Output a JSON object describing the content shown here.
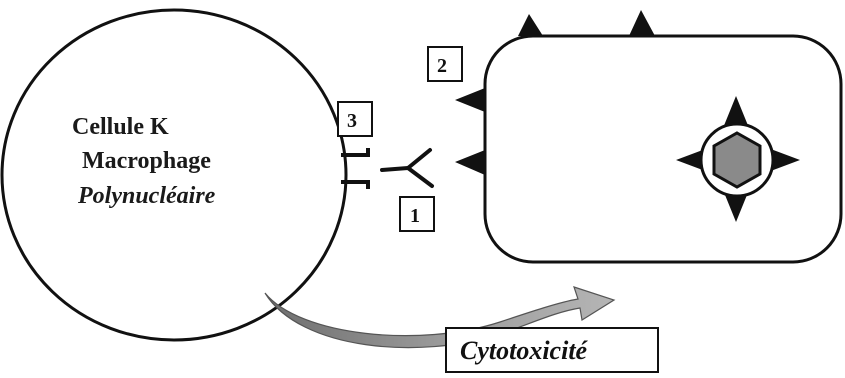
{
  "cell_label": {
    "line1": "Cellule K",
    "line2": "Macrophage",
    "line3": "Polynucléaire"
  },
  "markers": {
    "one": "1",
    "two": "2",
    "three": "3"
  },
  "result_label": "Cytotoxicité",
  "colors": {
    "stroke": "#111111",
    "nucleus_fill": "#8a8a8a",
    "arrow_fill": "#9a9a9a",
    "background": "#ffffff"
  }
}
